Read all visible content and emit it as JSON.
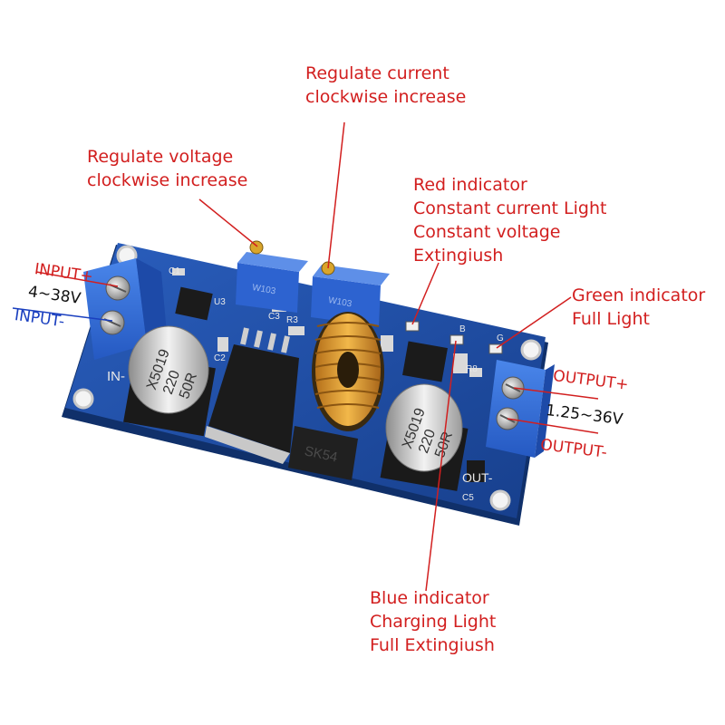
{
  "colors": {
    "annotation_red": "#d21f1f",
    "annotation_blue": "#1a3fbf",
    "pcb_blue": "#1f4fa6",
    "terminal_blue": "#2f6fd8",
    "inductor_copper": "#d99a2b"
  },
  "annotations": {
    "voltage_pot": [
      "Regulate voltage",
      "clockwise increase"
    ],
    "current_pot": [
      "Regulate current",
      "clockwise increase"
    ],
    "red_led": [
      "Red indicator",
      "Constant current Light",
      "Constant voltage",
      "Extingiush"
    ],
    "green_led": [
      "Green indicator",
      "Full Light"
    ],
    "blue_led": [
      "Blue indicator",
      "Charging Light",
      "Full Extingiush"
    ],
    "input_pos": "INPUT+",
    "input_range": "4~38V",
    "input_neg": "INPUT-",
    "output_pos": "OUTPUT+",
    "output_range": "1.25~36V",
    "output_neg": "OUTPUT-"
  },
  "board": {
    "cap_left": [
      "X5019",
      "220",
      "50R"
    ],
    "cap_right": [
      "X5019",
      "220",
      "50R"
    ],
    "in_label": "IN-",
    "out_label": "OUT-",
    "ref_c1": "C1",
    "ref_u3": "U3",
    "ref_c2": "C2",
    "ref_c3": "C3",
    "ref_r3": "R3",
    "ref_c5": "C5",
    "ref_r8": "R8",
    "ref_b": "B",
    "ref_g": "G",
    "pot_code_left": "W103",
    "pot_code_right": "W103",
    "chip_text": "SK54"
  }
}
